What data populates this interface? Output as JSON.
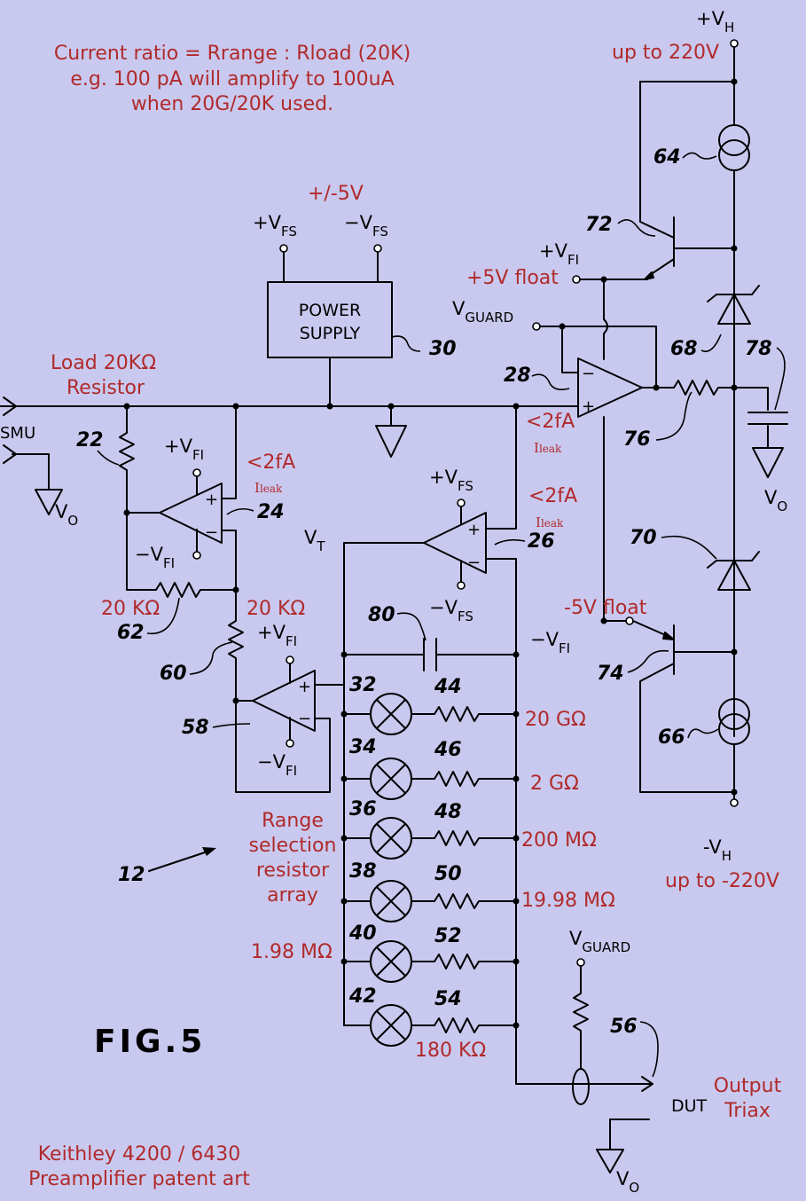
{
  "notes": {
    "line1": "Current ratio = Rrange : Rload (20K)",
    "line2": "e.g. 100 pA will amplify to 100uA",
    "line3": "when 20G/20K used.",
    "credit1": "Keithley 4200 / 6430",
    "credit2": "Preamplifier patent art"
  },
  "figure": "FIG.5",
  "supply": {
    "pos_h": "+V",
    "pos_h_sub": "H",
    "pos_h_note": "up to 220V",
    "neg_h": "-V",
    "neg_h_sub": "H",
    "neg_h_note": "up to -220V",
    "vfs_range": "+/-5V",
    "power_supply_line1": "POWER",
    "power_supply_line2": "SUPPLY",
    "plus_float": "+5V float",
    "minus_float": "-5V float"
  },
  "symbols": {
    "p_vfs": "+V",
    "m_vfs": "−V",
    "fs": "FS",
    "p_vfi": "+V",
    "m_vfi": "−V",
    "fi": "FI",
    "vguard": "V",
    "guard": "GUARD",
    "vt": "V",
    "t": "T",
    "vo": "V",
    "o": "O",
    "smu": "SMU",
    "dut": "DUT"
  },
  "annotations": {
    "load_line1": "Load 20KΩ",
    "load_line2": "Resistor",
    "ileak_value": "<2fA",
    "ileak_i": "I",
    "ileak_sub": "leak",
    "r20k": "20 KΩ",
    "range1": "Range",
    "range2": "selection",
    "range3": "resistor",
    "range4": "array",
    "output1": "Output",
    "output2": "Triax"
  },
  "range_values": [
    "20 GΩ",
    "2 GΩ",
    "200 MΩ",
    "19.98 MΩ",
    "1.98 MΩ",
    "180 KΩ"
  ],
  "refs": {
    "r12": "12",
    "r22": "22",
    "r24": "24",
    "r26": "26",
    "r28": "28",
    "r30": "30",
    "r32": "32",
    "r34": "34",
    "r36": "36",
    "r38": "38",
    "r40": "40",
    "r42": "42",
    "r44": "44",
    "r46": "46",
    "r48": "48",
    "r50": "50",
    "r52": "52",
    "r54": "54",
    "r56": "56",
    "r58": "58",
    "r60": "60",
    "r62": "62",
    "r64": "64",
    "r66": "66",
    "r68": "68",
    "r70": "70",
    "r72": "72",
    "r74": "74",
    "r76": "76",
    "r78": "78",
    "r80": "80"
  }
}
